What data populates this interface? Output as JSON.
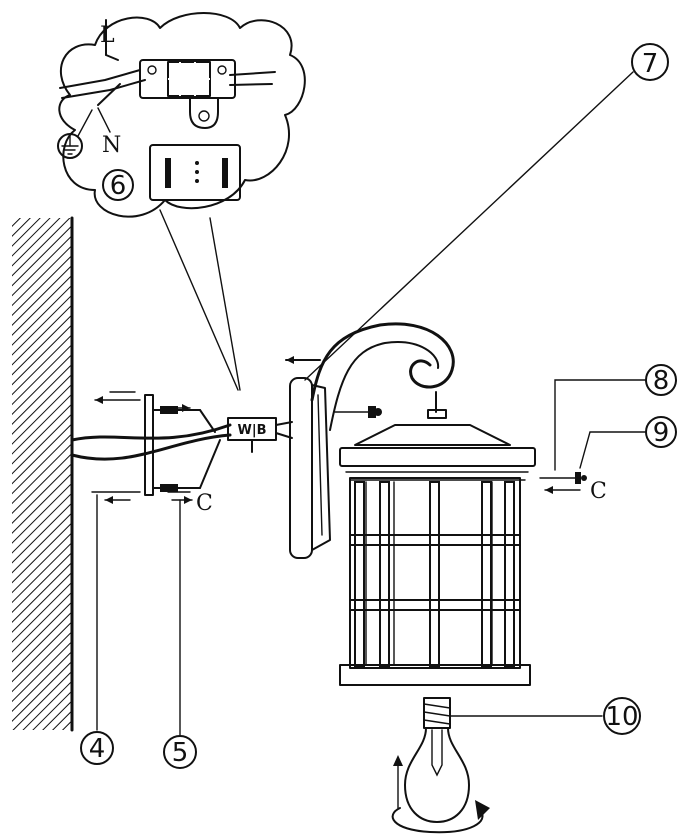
{
  "callouts": {
    "c4": "4",
    "c5": "5",
    "c6": "6",
    "c7": "7",
    "c8": "8",
    "c9": "9",
    "c10": "10"
  },
  "wire_labels": {
    "live": "L",
    "neutral": "N"
  },
  "screw_marks": {
    "wall": "C",
    "lantern": "C"
  }
}
